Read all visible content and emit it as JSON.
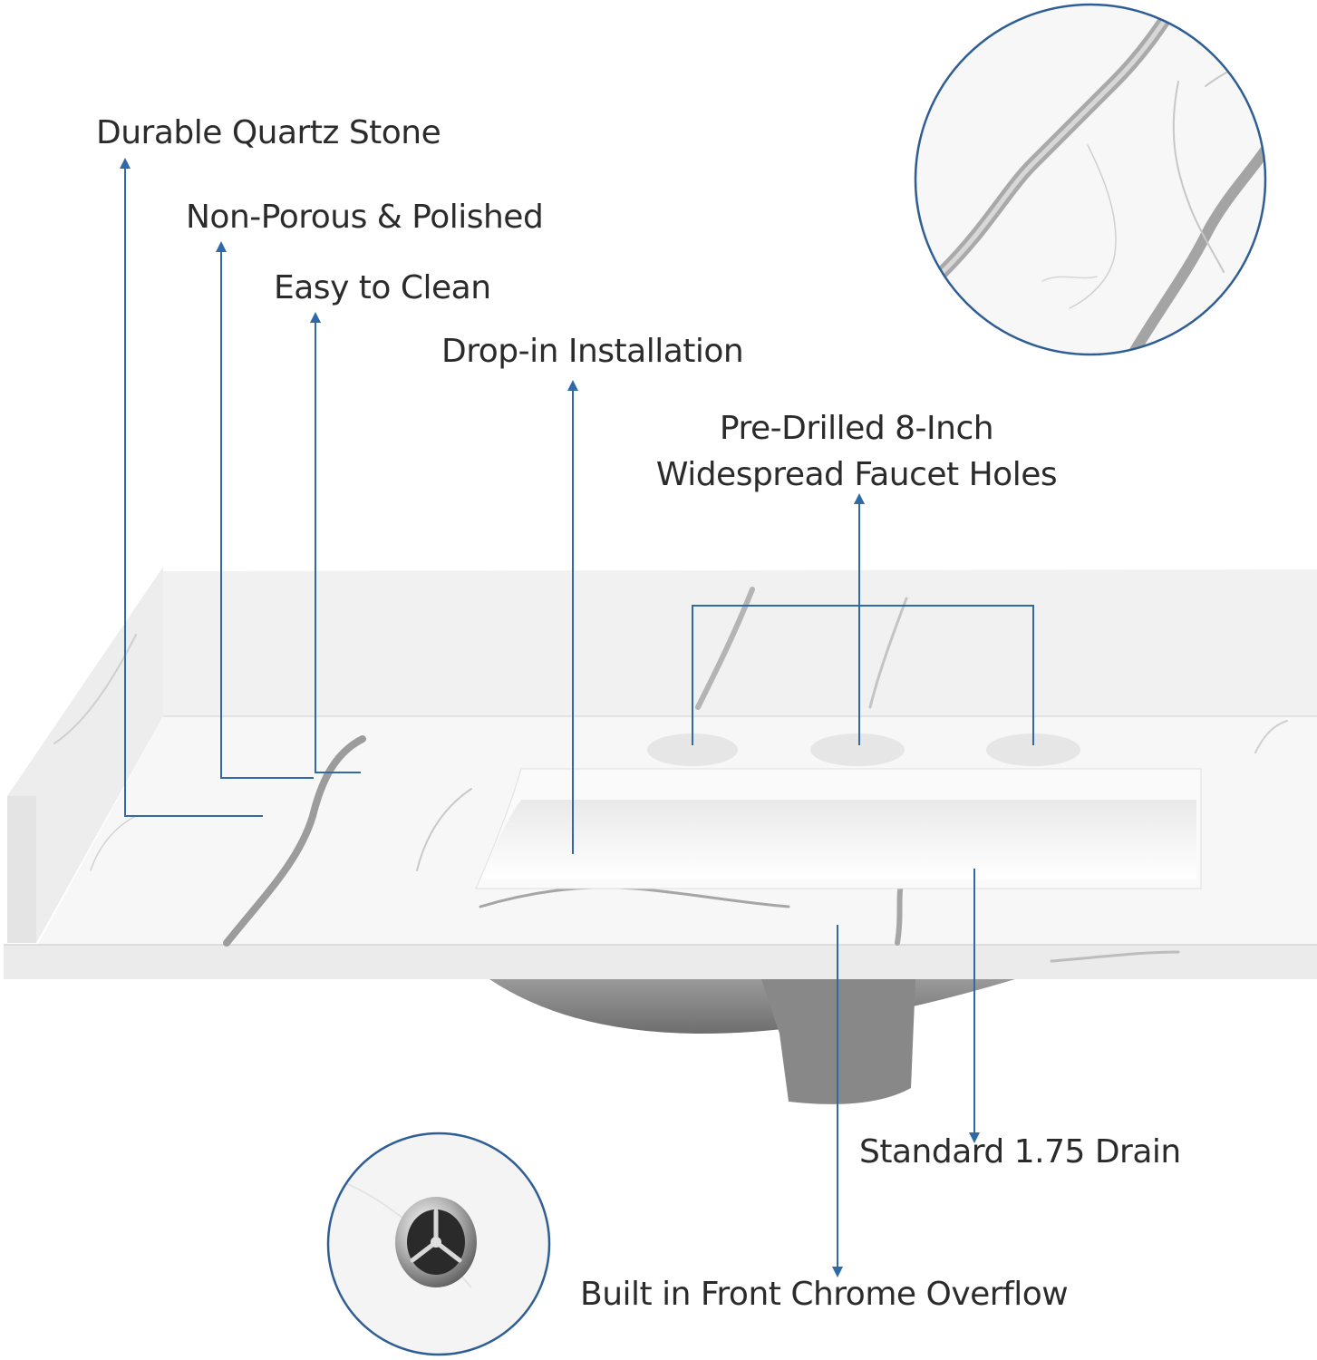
{
  "accent_color": "#2f6aa6",
  "labels": {
    "durable": "Durable Quartz Stone",
    "nonporous": "Non-Porous & Polished",
    "easy_clean": "Easy to Clean",
    "drop_in": "Drop-in Installation",
    "faucet_line1": "Pre-Drilled 8-Inch",
    "faucet_line2": "Widespread Faucet Holes",
    "drain": "Standard 1.75 Drain",
    "overflow": "Built in Front Chrome Overflow"
  },
  "icons": {
    "marble_inset": "marble-texture-inset",
    "drain_inset": "chrome-overflow-drain-inset"
  }
}
